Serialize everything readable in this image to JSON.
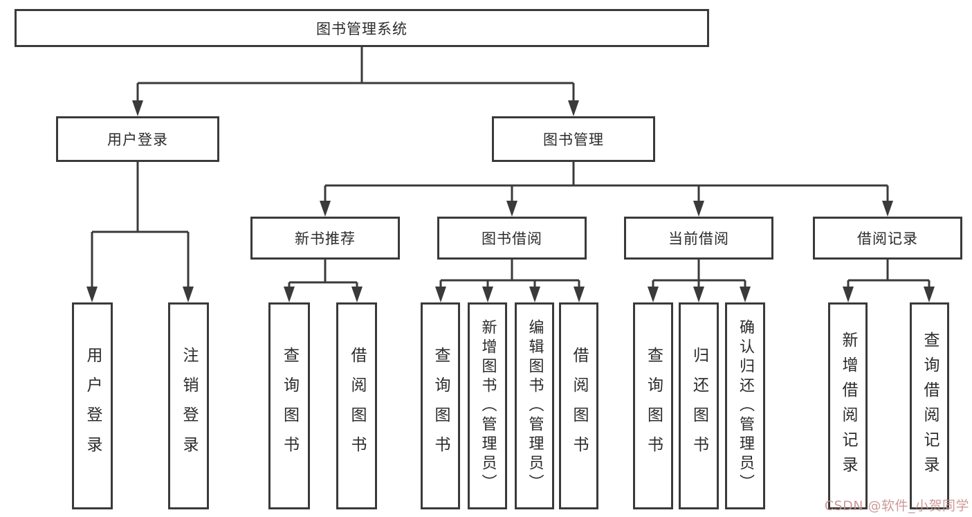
{
  "colors": {
    "line": "#3a3a3a",
    "text": "#2b2b2b",
    "watermark": "#c98f8f",
    "background": "#ffffff"
  },
  "watermark": "CSDN @软件_小贺同学",
  "nodes": {
    "root": "图书管理系统",
    "user_login": "用户登录",
    "book_mgmt": "图书管理",
    "new_books": "新书推荐",
    "book_borrow": "图书借阅",
    "current_borrow": "当前借阅",
    "borrow_records": "借阅记录",
    "leaf_user_login": "用户登录",
    "leaf_logout": "注销登录",
    "leaf_nb_query": "查询图书",
    "leaf_nb_borrow": "借阅图书",
    "leaf_bb_query": "查询图书",
    "leaf_bb_add": "新增图书（管理员）",
    "leaf_bb_edit": "编辑图书（管理员）",
    "leaf_bb_borrow": "借阅图书",
    "leaf_cb_query": "查询图书",
    "leaf_cb_return": "归还图书",
    "leaf_cb_confirm": "确认归还（管理员）",
    "leaf_rec_add": "新增借阅记录",
    "leaf_rec_query": "查询借阅记录"
  }
}
